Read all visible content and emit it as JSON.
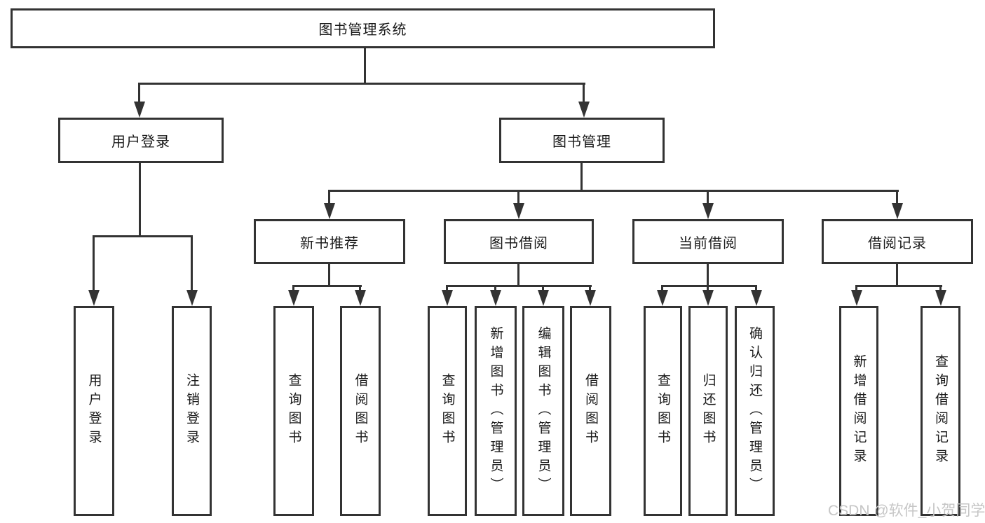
{
  "diagram": {
    "title": "图书管理系统",
    "root": {
      "label": "图书管理系统"
    },
    "level2": [
      {
        "label": "用户登录"
      },
      {
        "label": "图书管理"
      }
    ],
    "level3": [
      {
        "label": "新书推荐",
        "parent": "图书管理"
      },
      {
        "label": "图书借阅",
        "parent": "图书管理"
      },
      {
        "label": "当前借阅",
        "parent": "图书管理"
      },
      {
        "label": "借阅记录",
        "parent": "图书管理"
      }
    ],
    "leaves": [
      {
        "label": "用户登录",
        "parent": "用户登录"
      },
      {
        "label": "注销登录",
        "parent": "用户登录"
      },
      {
        "label": "查询图书",
        "parent": "新书推荐"
      },
      {
        "label": "借阅图书",
        "parent": "新书推荐"
      },
      {
        "label": "查询图书",
        "parent": "图书借阅"
      },
      {
        "label": "新增图书（管理员）",
        "parent": "图书借阅"
      },
      {
        "label": "编辑图书（管理员）",
        "parent": "图书借阅"
      },
      {
        "label": "借阅图书",
        "parent": "图书借阅"
      },
      {
        "label": "查询图书",
        "parent": "当前借阅"
      },
      {
        "label": "归还图书",
        "parent": "当前借阅"
      },
      {
        "label": "确认归还（管理员）",
        "parent": "当前借阅"
      },
      {
        "label": "新增借阅记录",
        "parent": "借阅记录"
      },
      {
        "label": "查询借阅记录",
        "parent": "借阅记录"
      }
    ]
  },
  "watermark": {
    "text": "CSDN @软件_小贺同学"
  },
  "colors": {
    "background": "#ffffff",
    "line": "#333333",
    "box_border": "#333333",
    "text": "#1a1a1a",
    "watermark": "#c6c6c6"
  }
}
